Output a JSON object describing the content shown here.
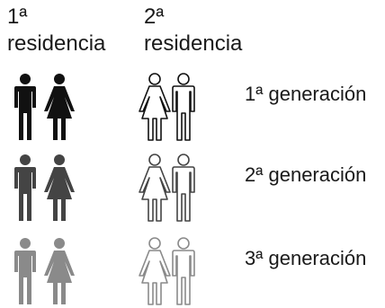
{
  "headers": [
    {
      "line1": "1ª",
      "line2": "residencia"
    },
    {
      "line1": "2ª",
      "line2": "residencia"
    }
  ],
  "rows": [
    {
      "label": "1ª generación",
      "color": "#111111"
    },
    {
      "label": "2ª generación",
      "color": "#444444"
    },
    {
      "label": "3ª generación",
      "color": "#8a8a8a"
    }
  ],
  "icons": {
    "filled_pair": [
      "man-icon",
      "woman-icon"
    ],
    "outline_pair": [
      "woman-outline-icon",
      "man-outline-icon"
    ]
  }
}
